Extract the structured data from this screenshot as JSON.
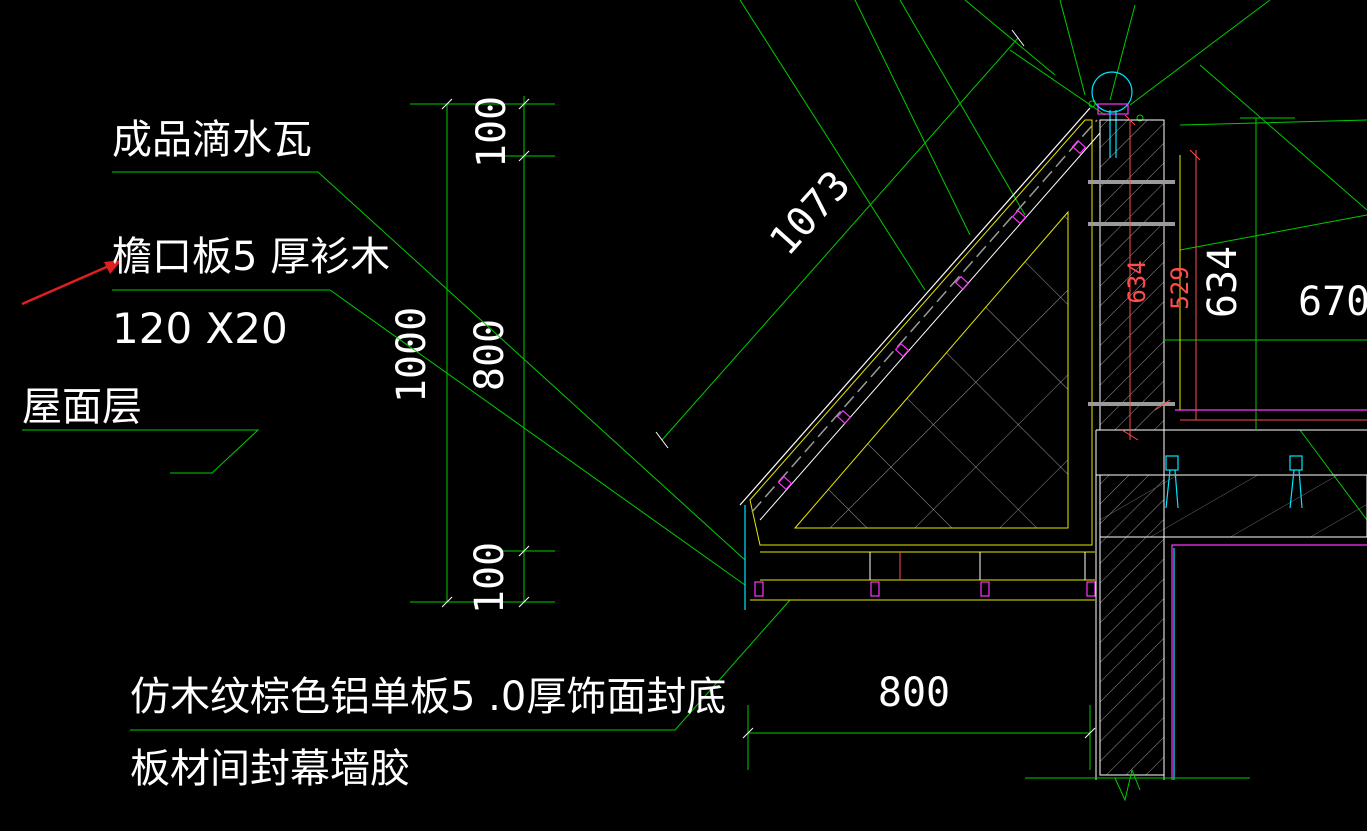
{
  "labels": {
    "drip_tile": "成品滴水瓦",
    "eave_board": "檐口板5 厚衫木",
    "eave_size": "120 X20",
    "roof_layer": "屋面层",
    "soffit_line1": "仿木纹棕色铝单板5 .0厚饰面封底",
    "soffit_line2": "板材间封幕墙胶"
  },
  "dimensions": {
    "top_100": "100",
    "total_1000": "1000",
    "mid_800": "800",
    "bottom_100": "100",
    "slope_1073": "1073",
    "wall_634_red": "634",
    "wall_529_red": "529",
    "wall_634": "634",
    "width_670": "670",
    "bottom_800": "800"
  },
  "colors": {
    "background": "#000000",
    "leader": "#00cc00",
    "text": "#ffffff",
    "outline": "#e8e800",
    "bracket": "#ff33ff",
    "anchor": "#00e5ff",
    "dim_red": "#ff4d4d",
    "arrow": "#e02020"
  }
}
